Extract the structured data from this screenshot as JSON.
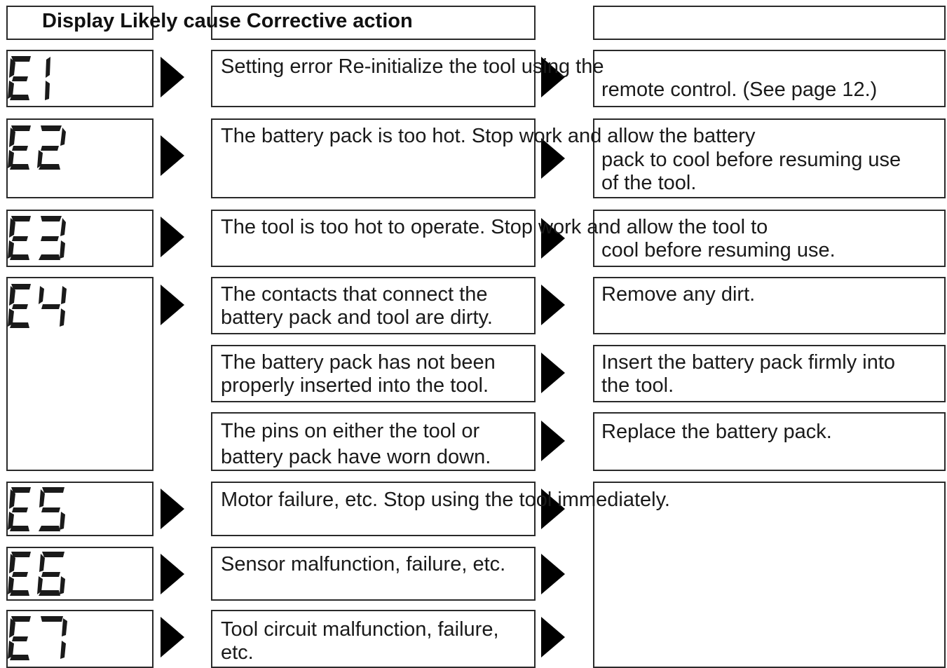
{
  "header": {
    "text": "Display Likely cause Corrective action"
  },
  "rows": [
    {
      "code": "E1",
      "cause": "Setting error Re-initialize the tool using the",
      "action": "remote control. (See page 12.)"
    },
    {
      "code": "E2",
      "cause": "The battery pack is too hot. Stop work and allow the battery",
      "action": "pack to cool before resuming use\nof the tool."
    },
    {
      "code": "E3",
      "cause": "The tool is too hot to operate. Stop work and allow the tool to",
      "action": "cool before resuming use."
    },
    {
      "code": "E4",
      "cause": "The contacts that connect the\nbattery pack and tool are dirty.",
      "action": "Remove any dirt."
    },
    {
      "code": "E4",
      "cause": "The battery pack has not been\nproperly inserted into the tool.",
      "action": "Insert the battery pack firmly into\nthe tool."
    },
    {
      "code": "E4",
      "cause": "The pins on either the tool or\nbattery pack have worn down.",
      "action": "Replace the battery pack."
    },
    {
      "code": "E5",
      "cause": "Motor failure, etc. Stop using the tool immediately.",
      "action": ""
    },
    {
      "code": "E6",
      "cause": "Sensor malfunction, failure, etc.",
      "action": ""
    },
    {
      "code": "E7",
      "cause": "Tool circuit malfunction, failure,\netc.",
      "action": ""
    }
  ]
}
